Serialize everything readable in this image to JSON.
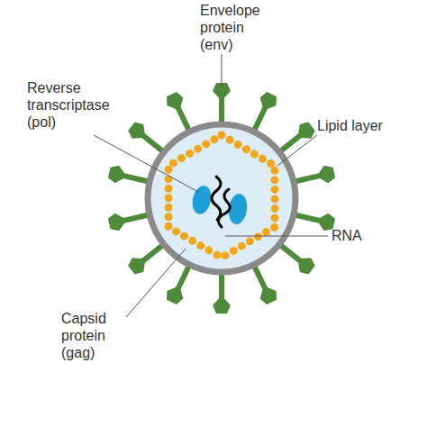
{
  "diagram": {
    "labels": [
      "Envelope protein (env)",
      "Reverse transcriptase (pol)",
      "Lipid layer",
      "RNA",
      "Capsid protein (gag)"
    ]
  }
}
